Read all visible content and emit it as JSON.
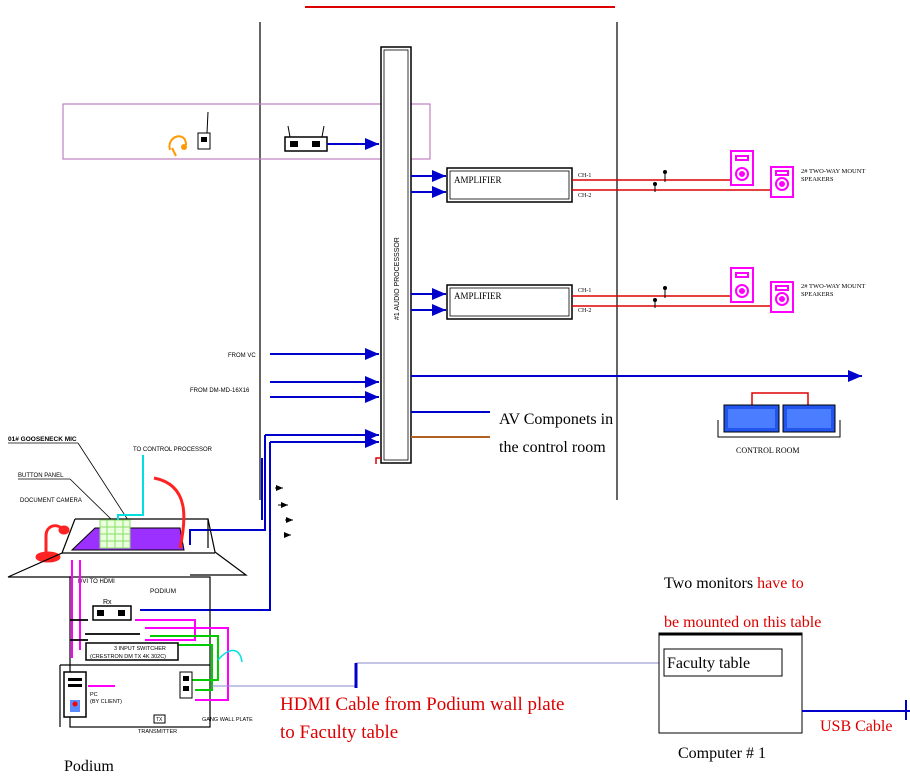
{
  "labels": {
    "audio_processor": "#1 AUDIO PROCESSSOR",
    "amplifier_1": "AMPLIFIER",
    "amplifier_2": "AMPLIFIER",
    "ch1_a": "CH-1",
    "ch2_a": "CH-2",
    "ch1_b": "CH-1",
    "ch2_b": "CH-2",
    "speakers_1_line1": "2# TWO-WAY MOUNT",
    "speakers_1_line2": "SPEAKERS",
    "speakers_2_line1": "2# TWO-WAY MOUNT",
    "speakers_2_line2": "SPEAKERS",
    "from_vc": "FROM VC",
    "from_dm": "FROM DM-MD-16X16",
    "av_components_line1": "AV Componets in",
    "av_components_line2": "the control room",
    "control_room": "CONTROL ROOM",
    "gooseneck_mic": "01# GOOSENECK MIC",
    "to_control_processor": "TO CONTROL PROCESSOR",
    "button_panel": "BUTTON PANEL",
    "document_camera": "DOCUMENT CAMERA",
    "dvi_to_hdmi": "DVI TO HDMI",
    "podium_box": "PODIUM",
    "rx": "Rx",
    "switcher_line1": "3 INPUT SWITCHER",
    "switcher_line2": "(CRESTRON DM TX 4K 302C)",
    "pc_line1": "PC",
    "pc_line2": "(BY CLIENT)",
    "gang_wall_plate": "GANG WALL PLATE",
    "tx": "TX",
    "transmitter": "TRANSMITTER",
    "podium": "Podium",
    "monitors_black": "Two monitors ",
    "monitors_red_1": "have to",
    "monitors_red_2": "be mounted on this table",
    "faculty_table": "Faculty table",
    "hdmi_line1": "HDMI Cable from Podium wall plate",
    "hdmi_line2": "to Faculty table",
    "usb_cable": "USB Cable",
    "computer": "Computer  # 1"
  },
  "colors": {
    "blue_cable": "#0000cc",
    "red_cable": "#dd0000",
    "magenta": "#ff00ff",
    "green": "#00cc00",
    "cyan": "#00e0e0",
    "orange": "#ff9900",
    "brown": "#b06020",
    "purple_fill": "#9b30ff",
    "monitor_blue": "#2255ee"
  }
}
